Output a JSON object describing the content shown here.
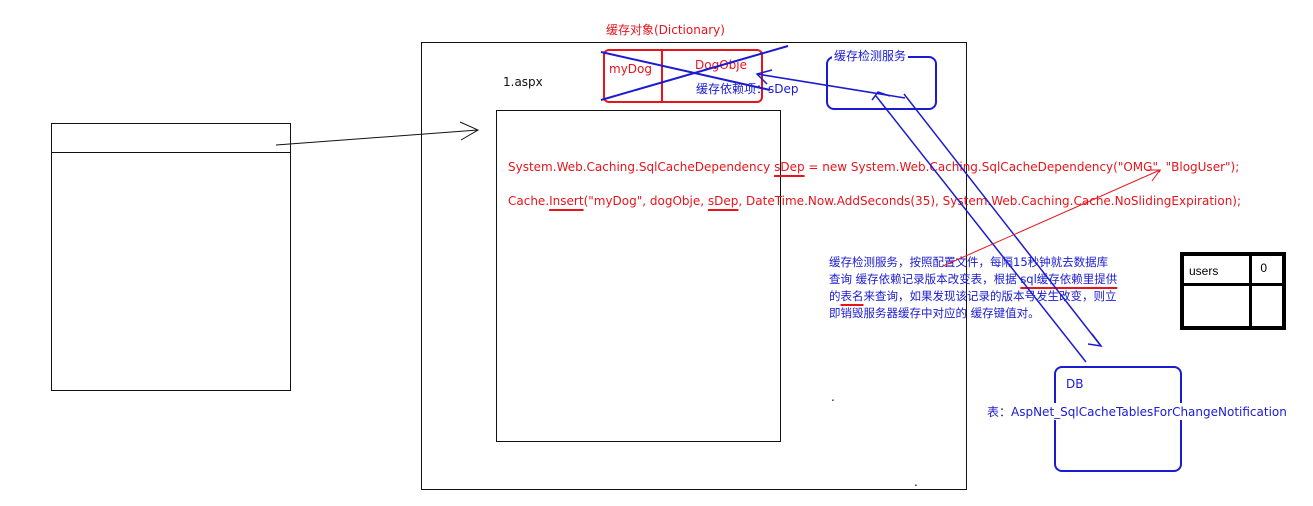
{
  "cache_object_title": "缓存对象(Dictionary)",
  "cache_key": "myDog",
  "cache_value": "DogObje",
  "cache_dependency_label": "缓存依赖项：sDep",
  "page_label": "1.aspx",
  "cache_check_service_label": "缓存检测服务",
  "code": {
    "line1": {
      "a": "System.Web.Caching.SqlCacheDependency ",
      "b": "sDep",
      "c": " = new System.Web.Caching.SqlCacheDependency(\"OMG\", \"BlogUser\");"
    },
    "line2": {
      "a": "Cache.",
      "b": "Insert",
      "c": "(\"myDog\", dogObje, ",
      "d": "sDep",
      "e": ", DateTime.Now.AddSeconds(35), System.Web.Caching.Cache.NoSlidingExpiration);"
    }
  },
  "explanation": {
    "line1": "缓存检测服务，按照配置文件，每隔15秒钟就去数据库",
    "line2a": "查询 缓存依赖记录版本改变表，根据 ",
    "line2b": "sql缓存依赖里提供",
    "line3a": "的",
    "line3b": "表名",
    "line3c": "来查询，如果发现该记录的版本号发生改变，则立",
    "line4": "即销毁服务器缓存中对应的 缓存键值对。"
  },
  "db_label": "DB",
  "table_label": "表：AspNet_SqlCacheTablesForChangeNotification",
  "db_table": {
    "rows": [
      [
        "users",
        "0"
      ],
      [
        "",
        ""
      ]
    ]
  },
  "dot1": ".",
  "dot2": ".",
  "colors": {
    "red": "#e8141b",
    "blue": "#1b1bd1",
    "black": "#111111"
  }
}
